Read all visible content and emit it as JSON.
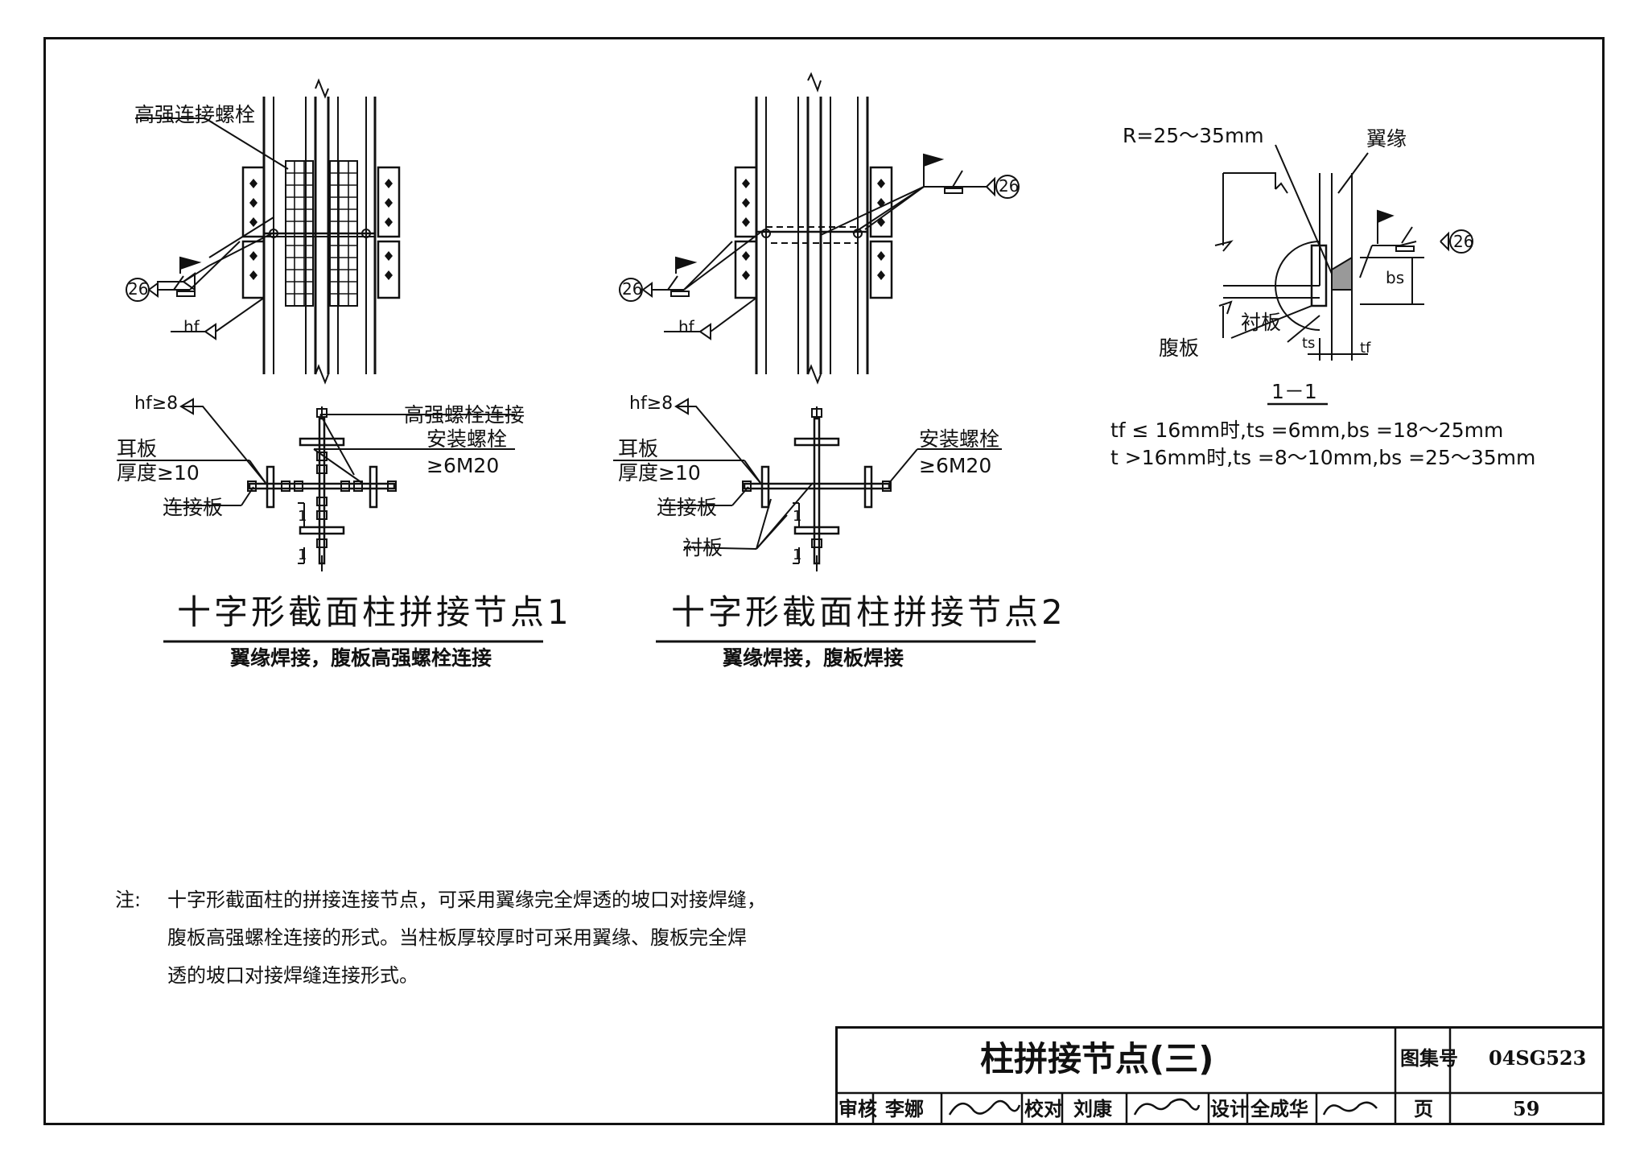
{
  "node1": {
    "label_bolt": "高强连接螺栓",
    "weld_ref": "26",
    "label_hf": "hf",
    "label_hf_min": "hf≥8",
    "label_ear_plate": "耳板",
    "label_ear_thickness": "厚度≥10",
    "label_connect_plate": "连接板",
    "label_hs_bolt_conn": "高强螺栓连接",
    "label_install_bolt": "安装螺栓",
    "label_install_spec": "≥6M20",
    "section_mark": "1",
    "caption": "十字形截面柱拼接节点1",
    "subcaption": "翼缘焊接，腹板高强螺栓连接"
  },
  "node2": {
    "weld_ref": "26",
    "label_hf": "hf",
    "label_hf_min": "hf≥8",
    "label_ear_plate": "耳板",
    "label_ear_thickness": "厚度≥10",
    "label_connect_plate": "连接板",
    "label_backing_plate": "衬板",
    "label_install_bolt": "安装螺栓",
    "label_install_spec": "≥6M20",
    "section_mark": "1",
    "caption": "十字形截面柱拼接节点2",
    "subcaption": "翼缘焊接，腹板焊接"
  },
  "section": {
    "label_radius": "R=25～35mm",
    "label_flange": "翼缘",
    "label_backing": "衬板",
    "label_web": "腹板",
    "weld_ref": "26",
    "label_bs": "bs",
    "label_ts": "ts",
    "label_tf": "tf",
    "title": "1－1",
    "rule1": "tf ≤ 16mm时,ts =6mm,bs =18～25mm",
    "rule2": "t  >16mm时,ts =8～10mm,bs =25～35mm"
  },
  "note": {
    "prefix": "注:",
    "line1": "十字形截面柱的拼接连接节点，可采用翼缘完全焊透的坡口对接焊缝，",
    "line2": "腹板高强螺栓连接的形式。当柱板厚较厚时可采用翼缘、腹板完全焊",
    "line3": "透的坡口对接焊缝连接形式。"
  },
  "title_block": {
    "title": "柱拼接节点(三)",
    "atlas_label": "图集号",
    "atlas_no": "04SG523",
    "review_label": "审核",
    "reviewer": "李娜",
    "check_label": "校对",
    "checker": "刘康",
    "design_label": "设计",
    "designer": "全成华",
    "page_label": "页",
    "page_no": "59"
  }
}
